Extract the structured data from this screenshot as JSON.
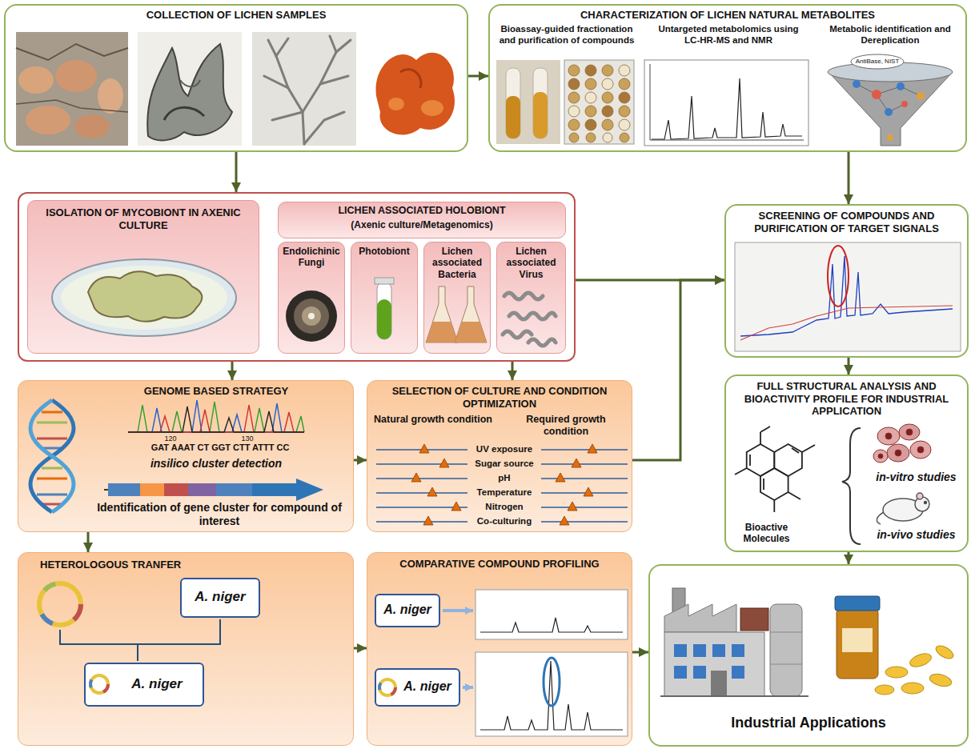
{
  "diagram": {
    "nodes": [
      {
        "text": [
          "COLLECTION OF LICHEN SAMPLES"
        ]
      },
      {
        "text": [
          "CHARACTERIZATION OF LICHEN NATURAL METABOLITES",
          "Bioassay-guided fractionation and purification of compounds",
          "Untargeted metabolomics using LC-HR-MS and NMR",
          "Metabolic identification and Dereplication"
        ]
      },
      {
        "text": []
      },
      {
        "text": [
          "ISOLATION OF MYCOBIONT IN AXENIC CULTURE"
        ],
        "in": 2
      },
      {
        "text": [
          "LICHEN ASSOCIATED HOLOBIONT",
          "(Axenic culture/Metagenomics)"
        ],
        "in": 2
      },
      {
        "text": [
          "Endolichinic Fungi"
        ],
        "in": 2
      },
      {
        "text": [
          "Photobiont"
        ],
        "in": 2
      },
      {
        "text": [
          "Lichen associated Bacteria"
        ],
        "in": 2
      },
      {
        "text": [
          "Lichen associated Virus"
        ],
        "in": 2
      },
      {
        "text": [
          "SCREENING OF COMPOUNDS AND PURIFICATION OF TARGET SIGNALS"
        ]
      },
      {
        "text": [
          "GENOME BASED STRATEGY",
          "insilico cluster detection",
          "Identification of gene cluster for compound of interest"
        ]
      },
      {
        "text": [
          "SELECTION OF CULTURE AND CONDITION OPTIMIZATION",
          "Natural growth condition",
          "Required growth condition",
          "UV exposure",
          "Sugar source",
          "pH",
          "Temperature",
          "Nitrogen",
          "Co-culturing"
        ]
      },
      {
        "text": [
          "FULL STRUCTURAL ANALYSIS AND BIOACTIVITY PROFILE FOR INDUSTRIAL APPLICATION",
          "Bioactive Molecules",
          "in-vitro studies",
          "in-vivo studies"
        ]
      },
      {
        "text": [
          "HETEROLOGOUS TRANFER"
        ]
      },
      {
        "text": [
          "A. niger"
        ],
        "in": 13
      },
      {
        "text": [
          "A. niger"
        ],
        "in": 13
      },
      {
        "text": [
          "COMPARATIVE COMPOUND PROFILING"
        ]
      },
      {
        "text": [
          "A. niger"
        ],
        "in": 16
      },
      {
        "text": [
          "A. niger"
        ],
        "in": 16
      },
      {
        "text": [
          "Industrial Applications"
        ]
      }
    ],
    "edges": [
      {
        "from": 0,
        "to": 2,
        "arrow": "to"
      },
      {
        "from": 0,
        "to": 1,
        "arrow": "to"
      },
      {
        "from": 1,
        "to": 9,
        "arrow": "to"
      },
      {
        "from": 2,
        "to": 9,
        "arrow": "to"
      },
      {
        "from": 11,
        "to": 9,
        "arrow": "to"
      },
      {
        "from": 9,
        "to": 12,
        "arrow": "to"
      },
      {
        "from": 12,
        "to": 19,
        "arrow": "to"
      },
      {
        "from": 2,
        "to": 10,
        "arrow": "to"
      },
      {
        "from": 2,
        "to": 11,
        "arrow": "to"
      },
      {
        "from": 10,
        "to": 11,
        "arrow": "to"
      },
      {
        "from": 10,
        "to": 13,
        "arrow": "to"
      },
      {
        "from": 13,
        "to": 16,
        "arrow": "to"
      },
      {
        "from": 16,
        "to": 19,
        "arrow": "to"
      }
    ],
    "labels": [
      "AntiBase, NIST",
      "120",
      "130",
      "GAT AAAT CT GGT CTT ATTT CC"
    ]
  }
}
